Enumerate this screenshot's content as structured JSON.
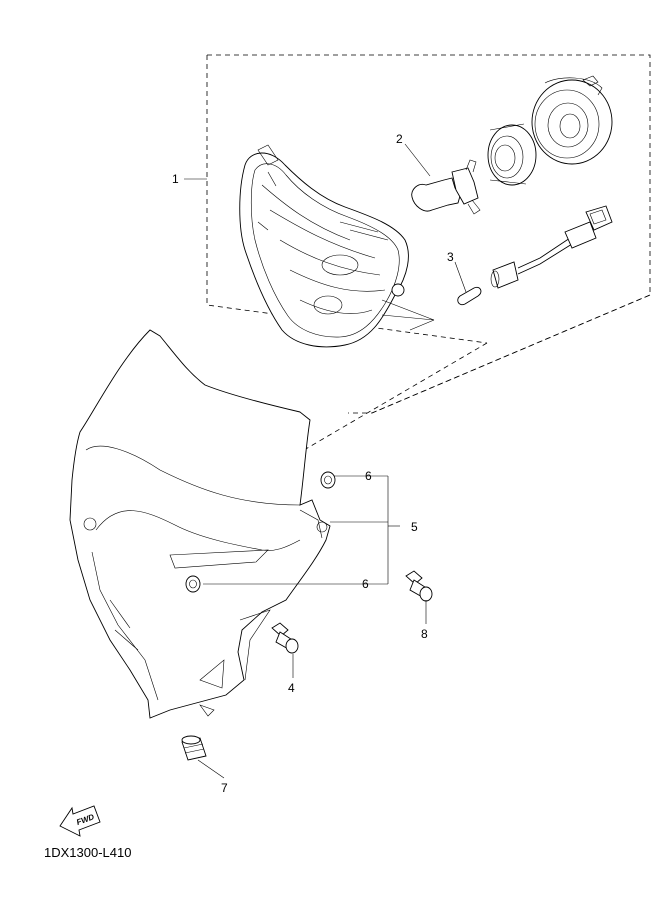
{
  "callouts": {
    "headlight_assy": "1",
    "bulb": "2",
    "bulb_small": "3",
    "bolt_4": "4",
    "grommet_5": "5",
    "grommet_6_top": "6",
    "grommet_6_bottom": "6",
    "grommet_7": "7",
    "bolt_8": "8"
  },
  "fwd_badge": "FWD",
  "diagram_code": "1DX1300-L410"
}
